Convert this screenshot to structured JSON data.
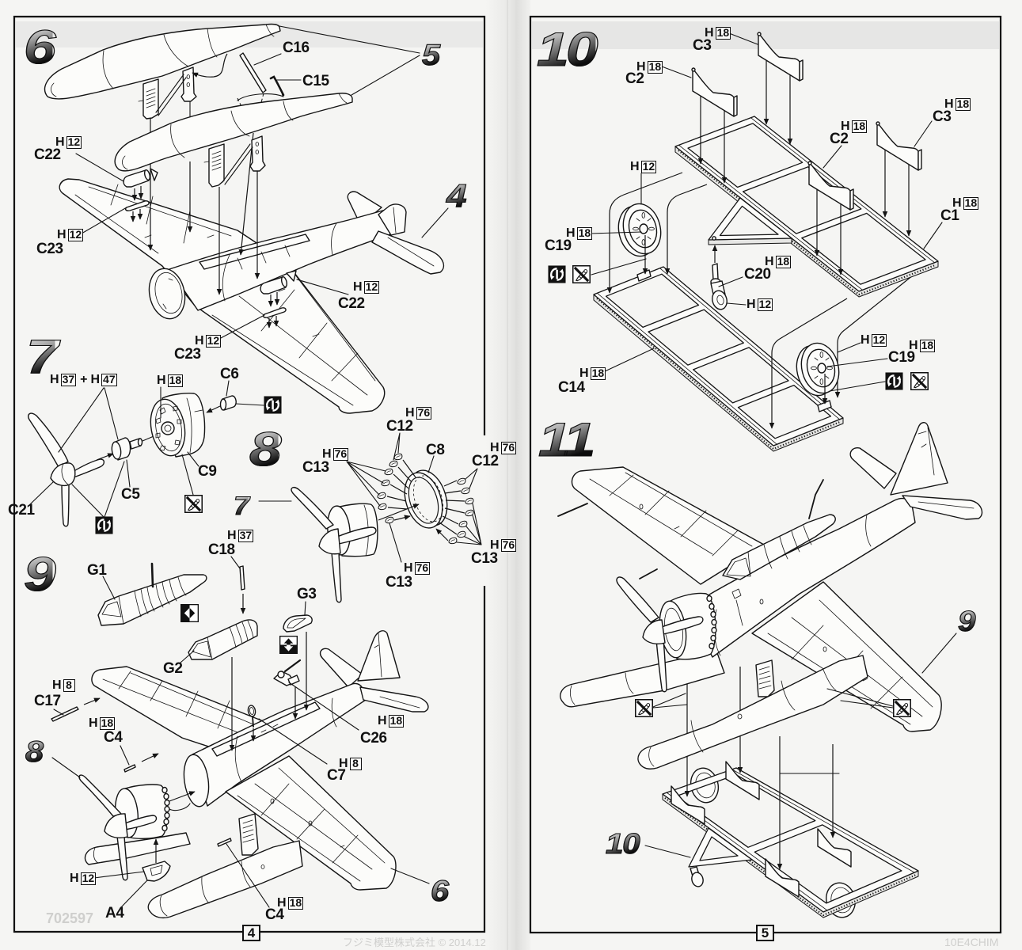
{
  "colors": {
    "ink": "#111111",
    "paper": "#f5f5f3"
  },
  "pages": [
    {
      "page_number": "4",
      "steps": [
        {
          "step_number": "6",
          "labels": [
            {
              "part": "C16"
            },
            {
              "part": "C15"
            },
            {
              "part": "C22",
              "paint_prefix": "H",
              "paint_code": "12"
            },
            {
              "part": "C23",
              "paint_prefix": "H",
              "paint_code": "12"
            },
            {
              "part": "C22",
              "paint_prefix": "H",
              "paint_code": "12"
            },
            {
              "part": "C23",
              "paint_prefix": "H",
              "paint_code": "12"
            }
          ],
          "subassembly_refs": [
            "5",
            "4"
          ]
        },
        {
          "step_number": "7",
          "paint_mix": {
            "paint_prefix_1": "H",
            "paint_code_1": "37",
            "operator": "+",
            "paint_prefix_2": "H",
            "paint_code_2": "47"
          },
          "labels": [
            {
              "paint_prefix": "H",
              "paint_code": "18"
            },
            {
              "part": "C6"
            },
            {
              "part": "C9"
            },
            {
              "part": "C5"
            },
            {
              "part": "C21"
            }
          ],
          "icons": [
            "rotate-arrows-icon",
            "no-cement-icon",
            "rotate-arrows-icon"
          ]
        },
        {
          "step_number": "8",
          "labels": [
            {
              "part": "C12",
              "paint_prefix": "H",
              "paint_code": "76"
            },
            {
              "part": "C8"
            },
            {
              "part": "C12",
              "paint_prefix": "H",
              "paint_code": "76"
            },
            {
              "part": "C13",
              "paint_prefix": "H",
              "paint_code": "76"
            },
            {
              "part": "C13",
              "paint_prefix": "H",
              "paint_code": "76"
            },
            {
              "part": "C13",
              "paint_prefix": "H",
              "paint_code": "76"
            }
          ],
          "subassembly_refs": [
            "7"
          ]
        },
        {
          "step_number": "9",
          "labels": [
            {
              "part": "G1"
            },
            {
              "part": "C18",
              "paint_prefix": "H",
              "paint_code": "37"
            },
            {
              "part": "G2"
            },
            {
              "part": "G3"
            },
            {
              "part": "C17",
              "paint_prefix": "H",
              "paint_code": "8"
            },
            {
              "part": "C4",
              "paint_prefix": "H",
              "paint_code": "18"
            },
            {
              "paint_prefix": "H",
              "paint_code": "12"
            },
            {
              "part": "A4"
            },
            {
              "part": "C26",
              "paint_prefix": "H",
              "paint_code": "18"
            },
            {
              "part": "C7",
              "paint_prefix": "H",
              "paint_code": "8"
            },
            {
              "part": "C4",
              "paint_prefix": "H",
              "paint_code": "18"
            }
          ],
          "subassembly_refs": [
            "8",
            "6"
          ],
          "icons": [
            "option-split-diamond-icon",
            "option-up-down-arrow-icon"
          ]
        }
      ],
      "footer_bleed_text": [
        "702597",
        "フジミ模型株式会社 © 2014.12"
      ]
    },
    {
      "page_number": "5",
      "steps": [
        {
          "step_number": "10",
          "labels": [
            {
              "part": "C3",
              "paint_prefix": "H",
              "paint_code": "18"
            },
            {
              "part": "C2",
              "paint_prefix": "H",
              "paint_code": "18"
            },
            {
              "paint_prefix": "H",
              "paint_code": "12"
            },
            {
              "part": "C2",
              "paint_prefix": "H",
              "paint_code": "18"
            },
            {
              "part": "C3",
              "paint_prefix": "H",
              "paint_code": "18"
            },
            {
              "part": "C1",
              "paint_prefix": "H",
              "paint_code": "18"
            },
            {
              "part": "C19",
              "paint_prefix": "H",
              "paint_code": "18"
            },
            {
              "part": "C20",
              "paint_prefix": "H",
              "paint_code": "18"
            },
            {
              "paint_prefix": "H",
              "paint_code": "12"
            },
            {
              "part": "C14",
              "paint_prefix": "H",
              "paint_code": "18"
            },
            {
              "paint_prefix": "H",
              "paint_code": "12"
            },
            {
              "part": "C19",
              "paint_prefix": "H",
              "paint_code": "18"
            }
          ],
          "icons": [
            "rotate-arrows-icon",
            "no-cement-icon",
            "rotate-arrows-icon",
            "no-cement-icon"
          ]
        },
        {
          "step_number": "11",
          "subassembly_refs": [
            "9",
            "10"
          ],
          "icons": [
            "no-cement-icon",
            "no-cement-icon"
          ]
        }
      ],
      "footer_bleed_text": [
        "10E4CHIM"
      ]
    }
  ]
}
